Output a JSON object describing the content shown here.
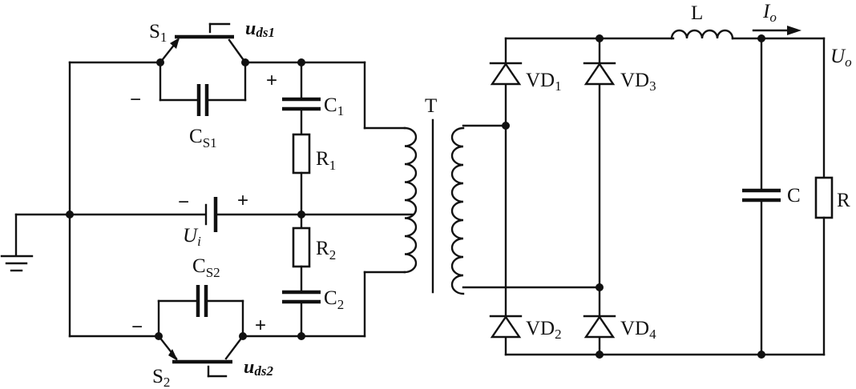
{
  "labels": {
    "s1": "S",
    "s1_sub": "1",
    "uds1": "u",
    "uds1_sub": "ds1",
    "cs1": "C",
    "cs1_sub": "S1",
    "c1": "C",
    "c1_sub": "1",
    "r1": "R",
    "r1_sub": "1",
    "ui": "U",
    "ui_sub": "i",
    "r2": "R",
    "r2_sub": "2",
    "cs2": "C",
    "cs2_sub": "S2",
    "c2": "C",
    "c2_sub": "2",
    "s2": "S",
    "s2_sub": "2",
    "uds2": "u",
    "uds2_sub": "ds2",
    "t": "T",
    "vd1": "VD",
    "vd1_sub": "1",
    "vd2": "VD",
    "vd2_sub": "2",
    "vd3": "VD",
    "vd3_sub": "3",
    "vd4": "VD",
    "vd4_sub": "4",
    "l": "L",
    "io": "I",
    "io_sub": "o",
    "uo": "U",
    "uo_sub": "o",
    "c": "C",
    "r": "R"
  },
  "signs": {
    "cs1_minus": "−",
    "c1_plus": "+",
    "ui_minus": "−",
    "ui_plus": "+",
    "cs2_minus": "−",
    "c2_plus": "+"
  }
}
